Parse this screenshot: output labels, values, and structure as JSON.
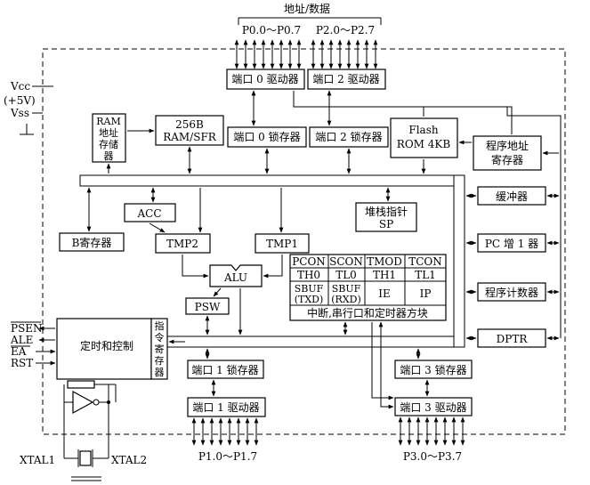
{
  "header": {
    "bus_title": "地址/数据",
    "p0_pins": "P0.0～P0.7",
    "p2_pins": "P2.0～P2.7"
  },
  "power": {
    "vcc": "Vcc",
    "voltage": "(+5V)",
    "vss": "Vss"
  },
  "blocks": {
    "port0_driver": "端口 0 驱动器",
    "port2_driver": "端口 2 驱动器",
    "port0_latch": "端口 0 锁存器",
    "port2_latch": "端口 2 锁存器",
    "ram_addr_line1": "RAM",
    "ram_addr_line2": "地址",
    "ram_addr_line3": "存储",
    "ram_addr_line4": "器",
    "ram_sfr_line1": "256B",
    "ram_sfr_line2": "RAM/SFR",
    "flash_line1": "Flash",
    "flash_line2": "ROM 4KB",
    "pc_addr_line1": "程序地址",
    "pc_addr_line2": "寄存器",
    "acc": "ACC",
    "sp_line1": "堆栈指针",
    "sp_line2": "SP",
    "buffer": "缓冲器",
    "pc_inc": "PC 增 1 器",
    "pc": "程序计数器",
    "b_reg": "B寄存器",
    "tmp2": "TMP2",
    "tmp1": "TMP1",
    "alu": "ALU",
    "psw": "PSW",
    "dptr": "DPTR",
    "timing_control": "定时和控制",
    "ir_line1": "指",
    "ir_line2": "令",
    "ir_line3": "寄",
    "ir_line4": "存",
    "ir_line5": "器",
    "port1_latch": "端口 1 锁存器",
    "port1_driver": "端口 1 驱动器",
    "port3_latch": "端口 3 锁存器",
    "port3_driver": "端口 3 驱动器"
  },
  "sfr_table": {
    "row1": [
      "PCON",
      "SCON",
      "TMOD",
      "TCON"
    ],
    "row2": [
      "TH0",
      "TL0",
      "TH1",
      "TL1"
    ],
    "sbuf_txd_1": "SBUF",
    "sbuf_txd_2": "(TXD)",
    "sbuf_rxd_1": "SBUF",
    "sbuf_rxd_2": "(RXD)",
    "ie": "IE",
    "ip": "IP",
    "caption": "中断,串行口和定时器方块"
  },
  "control_pins": {
    "psen": "PSEN",
    "ale": "ALE",
    "ea": "EA",
    "rst": "RST"
  },
  "bottom": {
    "xtal1": "XTAL1",
    "xtal2": "XTAL2",
    "p1_pins": "P1.0～P1.7",
    "p3_pins": "P3.0～P3.7"
  }
}
